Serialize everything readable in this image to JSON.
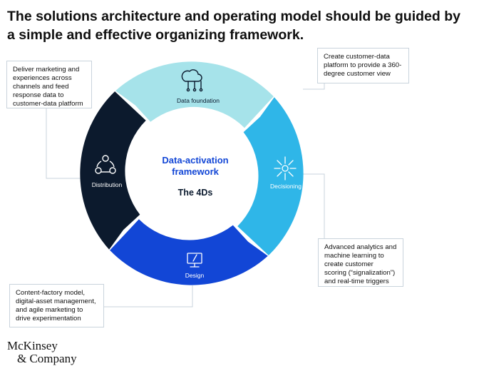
{
  "title": "The solutions architecture and operating model should be guided by a simple and effective organizing framework.",
  "center": {
    "line1": "Data-activation",
    "line2": "framework",
    "subtitle": "The 4Ds"
  },
  "segments": [
    {
      "key": "data",
      "label": "Data foundation",
      "color": "#a6e3ea",
      "text_color": "#0b1a2e",
      "icon": "cloud-network-icon"
    },
    {
      "key": "decisioning",
      "label": "Decisioning",
      "color": "#2fb6e8",
      "text_color": "#ffffff",
      "icon": "arrows-out-icon"
    },
    {
      "key": "design",
      "label": "Design",
      "color": "#1246d6",
      "text_color": "#ffffff",
      "icon": "monitor-pen-icon"
    },
    {
      "key": "distribution",
      "label": "Distribution",
      "color": "#0c1a2d",
      "text_color": "#ffffff",
      "icon": "network-nodes-icon"
    }
  ],
  "callouts": {
    "distribution": "Deliver marketing and experiences across channels and feed response data to customer-data platform",
    "data": "Create customer-data platform to provide a 360-degree customer view",
    "decisioning": "Advanced analytics and machine learning to create customer scoring (“signalization”) and real-time triggers",
    "design": "Content-factory model, digital-asset management, and agile marketing to drive experimentation"
  },
  "logo": {
    "line1": "McKinsey",
    "line2": "& Company"
  }
}
